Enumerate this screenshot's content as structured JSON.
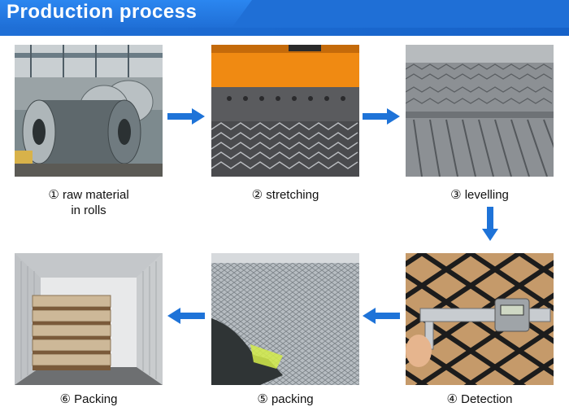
{
  "header": {
    "title": "Production process",
    "color": "#1f6fd6"
  },
  "steps": [
    {
      "label_line1": "① raw material",
      "label_line2": "in rolls",
      "photo": "steel-coil-rolls-photo"
    },
    {
      "label_line1": "② stretching",
      "photo": "stretching-machine-photo"
    },
    {
      "label_line1": "③ levelling",
      "photo": "levelling-mesh-photo"
    },
    {
      "label_line1": "④ Detection",
      "photo": "caliper-measuring-mesh-photo"
    },
    {
      "label_line1": "⑤ packing",
      "photo": "mesh-sheet-packing-photo"
    },
    {
      "label_line1": "⑥ Packing",
      "photo": "container-loading-photo"
    }
  ],
  "arrows": [
    "arrow-right-icon",
    "arrow-right-icon",
    "arrow-down-icon",
    "arrow-left-icon",
    "arrow-left-icon"
  ],
  "accent_color": "#1e73d8"
}
